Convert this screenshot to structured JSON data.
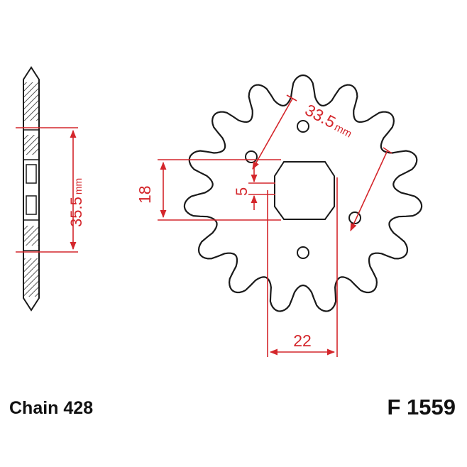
{
  "dimensions": {
    "chain_width": "35.5",
    "chain_width_unit": "mm",
    "bolt_circle": "33.5",
    "bolt_circle_unit": "mm",
    "spline_height": "18",
    "offset": "5",
    "bore": "22"
  },
  "footer": {
    "chain": "Chain 428",
    "part_number": "F 1559"
  },
  "sprocket": {
    "teeth": 15,
    "bolt_holes": 4
  },
  "colors": {
    "dimension": "#d4262b",
    "outline": "#1a1a1a",
    "hatch": "#555555"
  }
}
